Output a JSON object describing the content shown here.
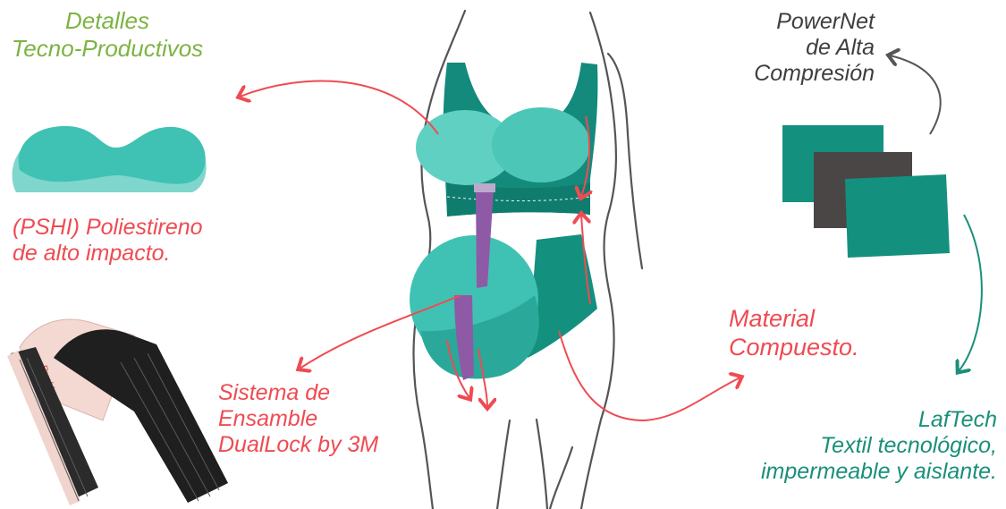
{
  "colors": {
    "heading_green": "#7cb342",
    "annotation_red": "#ef4b52",
    "annotation_teal": "#1a8f7a",
    "annotation_dark": "#3e3e3e",
    "garment_teal": "#2fb5a3",
    "garment_dark_teal": "#13897a",
    "strap_purple": "#8e5aa6",
    "fabric_gray": "#4a4646"
  },
  "heading": {
    "line1": "Detalles",
    "line2": "Tecno-Productivos"
  },
  "pshi": {
    "line1": "(PSHI) Poliestireno",
    "line2": "de alto impacto."
  },
  "dual_lock": {
    "line1": "Sistema de",
    "line2": "Ensamble",
    "line3": "DualLock by 3M"
  },
  "composite": {
    "line1": "Material",
    "line2": "Compuesto."
  },
  "powernet": {
    "line1": "PowerNet",
    "line2": "de Alta",
    "line3": "Compresión"
  },
  "laftech": {
    "line1": "LafTech",
    "line2": "Textil tecnológico,",
    "line3": "impermeable y aislante."
  },
  "icons": [
    "foam-pad-icon",
    "velcro-strip-icon",
    "body-figure-icon",
    "sports-bra-icon",
    "belly-support-icon",
    "fabric-layers-icon",
    "arrow-icon"
  ]
}
